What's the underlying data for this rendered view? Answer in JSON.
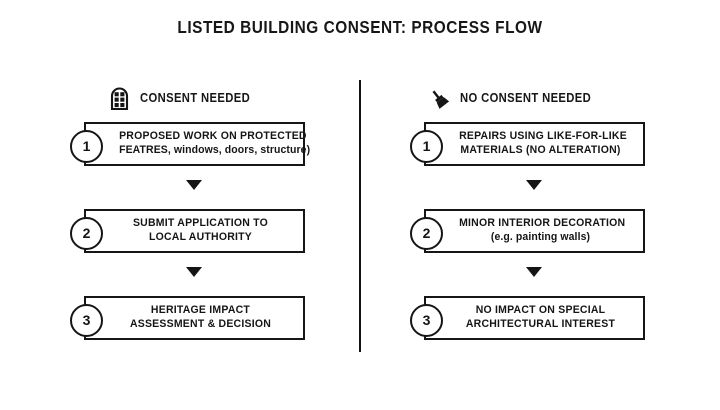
{
  "title": "LISTED BUILDING CONSENT: PROCESS FLOW",
  "columns": [
    {
      "id": "consent-needed",
      "header": "CONSENT NEEDED",
      "icon": "arched-window-icon",
      "steps": [
        {
          "number": "1",
          "lines": [
            "PROPOSED WORK ON PROTECTED",
            "FEATRES, windows, doors, structure)"
          ]
        },
        {
          "number": "2",
          "lines": [
            "SUBMIT APPLICATION TO",
            "LOCAL AUTHORITY"
          ]
        },
        {
          "number": "3",
          "lines": [
            "HERITAGE IMPACT",
            "ASSESSMENT & DECISION"
          ]
        }
      ]
    },
    {
      "id": "no-consent-needed",
      "header": "NO CONSENT NEEDED",
      "icon": "paintbrush-icon",
      "steps": [
        {
          "number": "1",
          "lines": [
            "REPAIRS USING LIKE-FOR-LIKE",
            "MATERIALS (NO ALTERATION)"
          ]
        },
        {
          "number": "2",
          "lines": [
            "MINOR INTERIOR DECORATION",
            "(e.g. painting walls)"
          ]
        },
        {
          "number": "3",
          "lines": [
            "NO IMPACT ON SPECIAL",
            "ARCHITECTURAL INTEREST"
          ]
        }
      ]
    }
  ],
  "colors": {
    "background": "#ffffff",
    "ink": "#151515",
    "border": "#161616"
  }
}
